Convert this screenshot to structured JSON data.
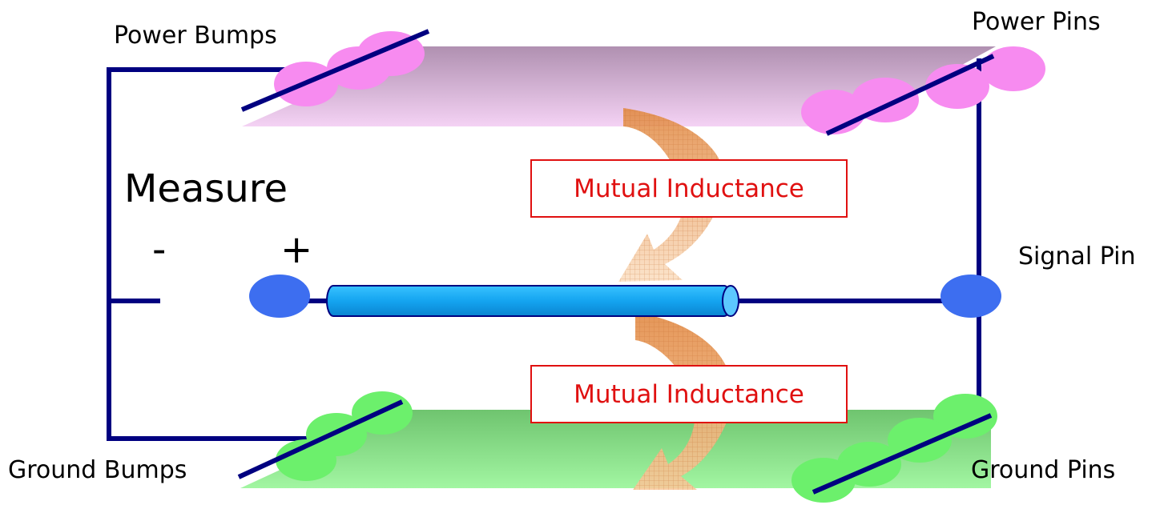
{
  "labels": {
    "power_bumps": "Power Bumps",
    "power_pins": "Power Pins",
    "measure": "Measure",
    "minus": "-",
    "plus": "+",
    "signal_pin": "Signal Pin",
    "ground_bumps": "Ground Bumps",
    "ground_pins": "Ground Pins",
    "mutual_inductance_top": "Mutual Inductance",
    "mutual_inductance_bottom": "Mutual Inductance"
  },
  "colors": {
    "wire": "#000080",
    "power_plane": "#b07fb0",
    "power_bump_fill": "#f78bf0",
    "ground_plane": "#7ed87e",
    "ground_bump_fill": "#6cf06c",
    "signal_trace": "#14a4f0",
    "signal_node": "#3d6ef0",
    "arrow": "#e8965a",
    "mutual_text": "#e01010"
  }
}
